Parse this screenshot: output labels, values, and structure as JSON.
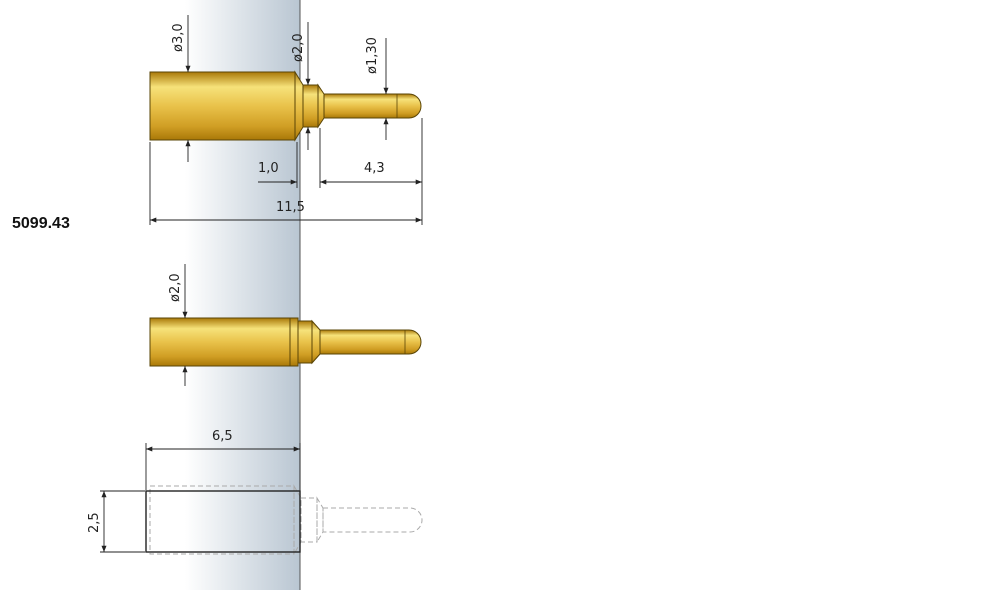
{
  "part_number": "5099.43",
  "dimensions": {
    "top_body_diameter": "ø3,0",
    "top_collar_diameter": "ø2,0",
    "top_plunger_diameter": "ø1,30",
    "top_collar_length": "1,0",
    "top_plunger_length": "4,3",
    "top_overall_length": "11,5",
    "middle_body_diameter": "ø2,0",
    "bottom_body_length": "6,5",
    "bottom_body_height": "2,5"
  },
  "colors": {
    "panel_light": "#ffffff",
    "panel_dark": "#b9c6d2",
    "gold_light": "#f6e27a",
    "gold_mid": "#e2b53a",
    "gold_dark": "#a97808",
    "outline": "#5a4506",
    "line": "#222222",
    "ghost": "#aaaaaa"
  }
}
